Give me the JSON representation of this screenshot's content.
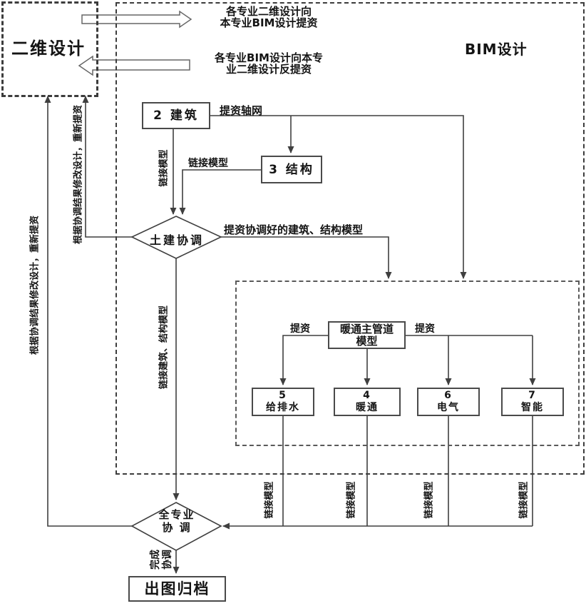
{
  "colors": {
    "line": "#3f3f3f",
    "border": "#4a4a4a",
    "text": "#141414",
    "background": "#ffffff"
  },
  "regions": {
    "design2d": {
      "title": "二维设计"
    },
    "bim": {
      "title": "BIM设计"
    }
  },
  "exchange_arrows": {
    "to_bim": {
      "line1": "各专业二维设计向",
      "line2": "本专业BIM设计提资"
    },
    "to_2d": {
      "line1": "各专业BIM设计向本专",
      "line2": "业二维设计反提资"
    }
  },
  "nodes": {
    "arch": {
      "label": "2 建筑"
    },
    "struct": {
      "label": "3 结构"
    },
    "civil_coord": {
      "label": "土建协调"
    },
    "hvac_main": {
      "line1": "暖通主管道",
      "line2": "模型"
    },
    "plumbing": {
      "num": "5",
      "label": "给排水"
    },
    "hvac": {
      "num": "4",
      "label": "暖通"
    },
    "electrical": {
      "num": "6",
      "label": "电气"
    },
    "intelligence": {
      "num": "7",
      "label": "智能"
    },
    "full_coord": {
      "line1": "全专业",
      "line2": "协 调"
    },
    "archive": {
      "label": "出图归档"
    }
  },
  "edge_labels": {
    "axis_grid": "提资轴网",
    "link_model": "链接模型",
    "coordinated": "提资协调好的建筑、结构模型",
    "revise": "根据协调结果修改设计，重新提资",
    "link_arch_struct": "链接建筑、结构模型",
    "submit": "提资",
    "done": {
      "line1": "完成",
      "line2": "协调"
    }
  }
}
